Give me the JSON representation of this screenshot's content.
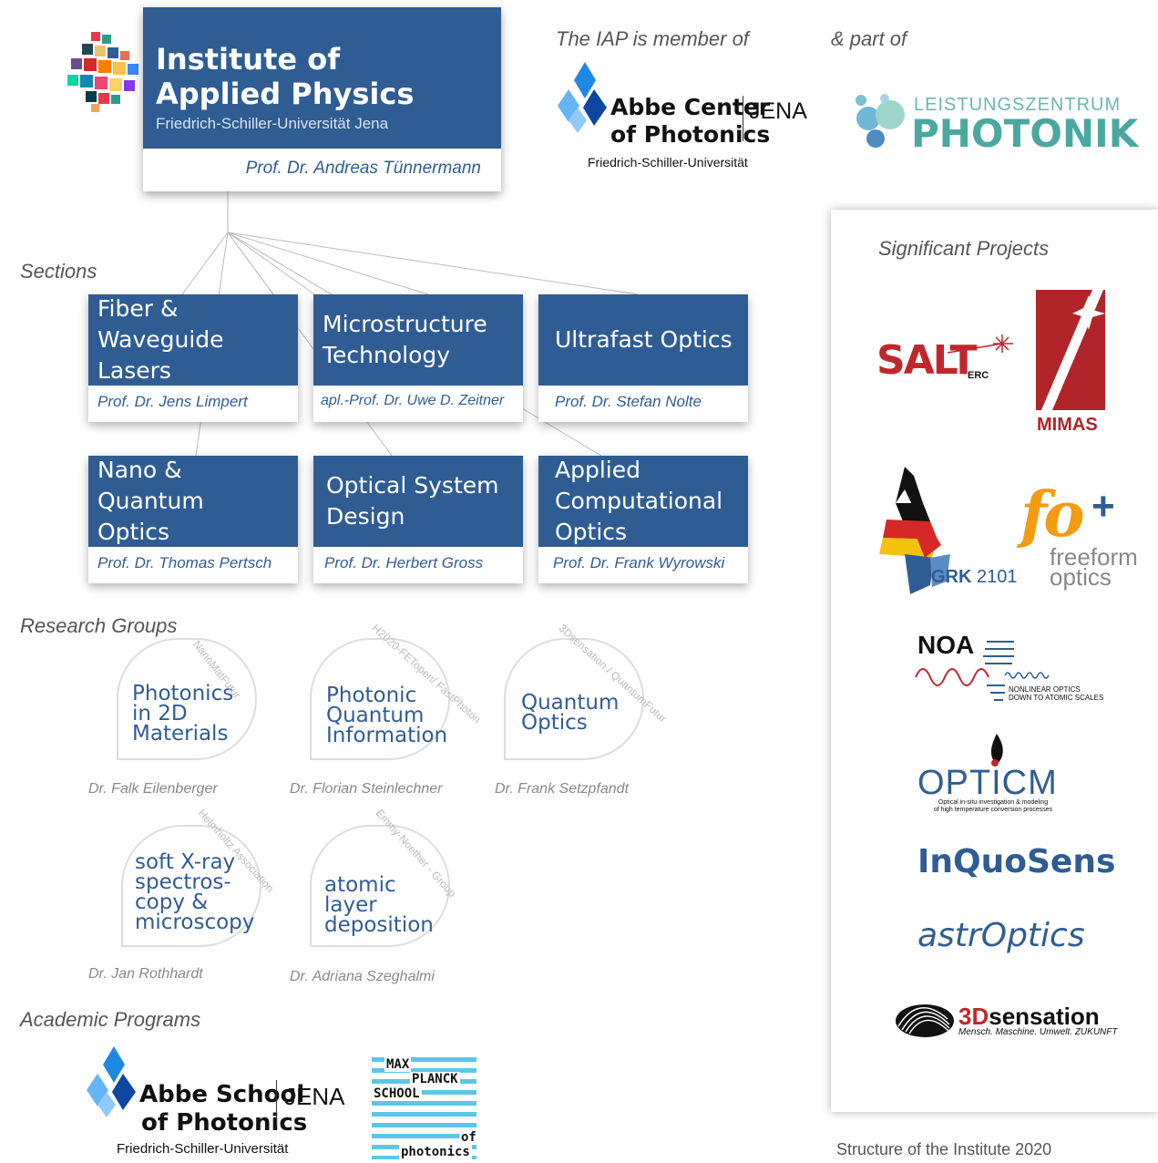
{
  "institute": {
    "title_line1": "Institute of",
    "title_line2": "Applied Physics",
    "university": "Friedrich-Schiller-Universität Jena",
    "head": "Prof. Dr. Andreas Tünnermann"
  },
  "membership": {
    "member_label": "The IAP is member of",
    "part_label": "& part of",
    "abbe_center": {
      "line1": "Abbe Center",
      "line2": "of Photonics",
      "city": "JENA",
      "university": "Friedrich-Schiller-Universität"
    },
    "leistungszentrum": {
      "line1": "LEISTUNGSZENTRUM",
      "line2": "PHOTONIK"
    }
  },
  "sections_label": "Sections",
  "sections": [
    {
      "name": "Fiber &\nWaveguide Lasers",
      "head": "Prof. Dr. Jens Limpert"
    },
    {
      "name": "Microstructure\nTechnology",
      "head": "apl.-Prof. Dr. Uwe D. Zeitner"
    },
    {
      "name": "Ultrafast Optics",
      "head": "Prof. Dr. Stefan Nolte"
    },
    {
      "name": "Nano & Quantum\nOptics",
      "head": "Prof. Dr. Thomas Pertsch"
    },
    {
      "name": "Optical System\nDesign",
      "head": "Prof. Dr. Herbert Gross"
    },
    {
      "name": "Applied\nComputational\nOptics",
      "head": "Prof. Dr. Frank Wyrowski"
    }
  ],
  "research_label": "Research Groups",
  "research_groups": [
    {
      "name": "Photonics\nin 2D\nMaterials",
      "funding": "NanoMatFutur",
      "head": "Dr. Falk Eilenberger"
    },
    {
      "name": "Photonic\nQuantum\nInformation",
      "funding": "H2020-FETopen/ FastPhoton",
      "head": "Dr. Florian Steinlechner"
    },
    {
      "name": "Quantum\nOptics",
      "funding": "3Dsensation / QuantumFutur",
      "head": "Dr. Frank Setzpfandt"
    },
    {
      "name": "soft X-ray\nspectros-\ncopy &\nmicroscopy",
      "funding": "Helmholtz Association",
      "head": "Dr. Jan Rothhardt"
    },
    {
      "name": "atomic\nlayer\ndeposition",
      "funding": "Emmy-Noether - Group",
      "head": "Dr. Adriana Szeghalmi"
    }
  ],
  "academic_label": "Academic Programs",
  "academic": {
    "abbe_school": {
      "line1": "Abbe School",
      "line2": "of Photonics",
      "city": "JENA",
      "university": "Friedrich-Schiller-Universität"
    },
    "max_planck": {
      "line1": "MAX",
      "line2": "PLANCK",
      "line3": "SCHOOL",
      "line4": "of",
      "line5": "photonics"
    }
  },
  "projects_label": "Significant Projects",
  "projects": {
    "salt": "SALT",
    "salt_sub": "ERC",
    "mimas": "MIMAS",
    "grk": "GRK",
    "grk_num": "2101",
    "fo": "fo",
    "freeform1": "freeform",
    "freeform2": "optics",
    "noa": "NOA",
    "noa_sub1": "NONLINEAR OPTICS",
    "noa_sub2": "DOWN TO ATOMIC SCALES",
    "opticm": "OPTICM",
    "opticm_sub1": "Optical in-situ investigation & modeling",
    "opticm_sub2": "of high temperature conversion processes",
    "inquosens": "InQuoSens",
    "astro": "astrOptics",
    "sensation_3d": "3D",
    "sensation_word": "sensation",
    "sensation_sub": "Mensch. Maschine. Umwelt. ZUKUNFT"
  },
  "footer": "Structure of the Institute 2020",
  "colors": {
    "blue": "#2f5d93",
    "teal": "#4aa8a0",
    "red": "#c0272d"
  }
}
